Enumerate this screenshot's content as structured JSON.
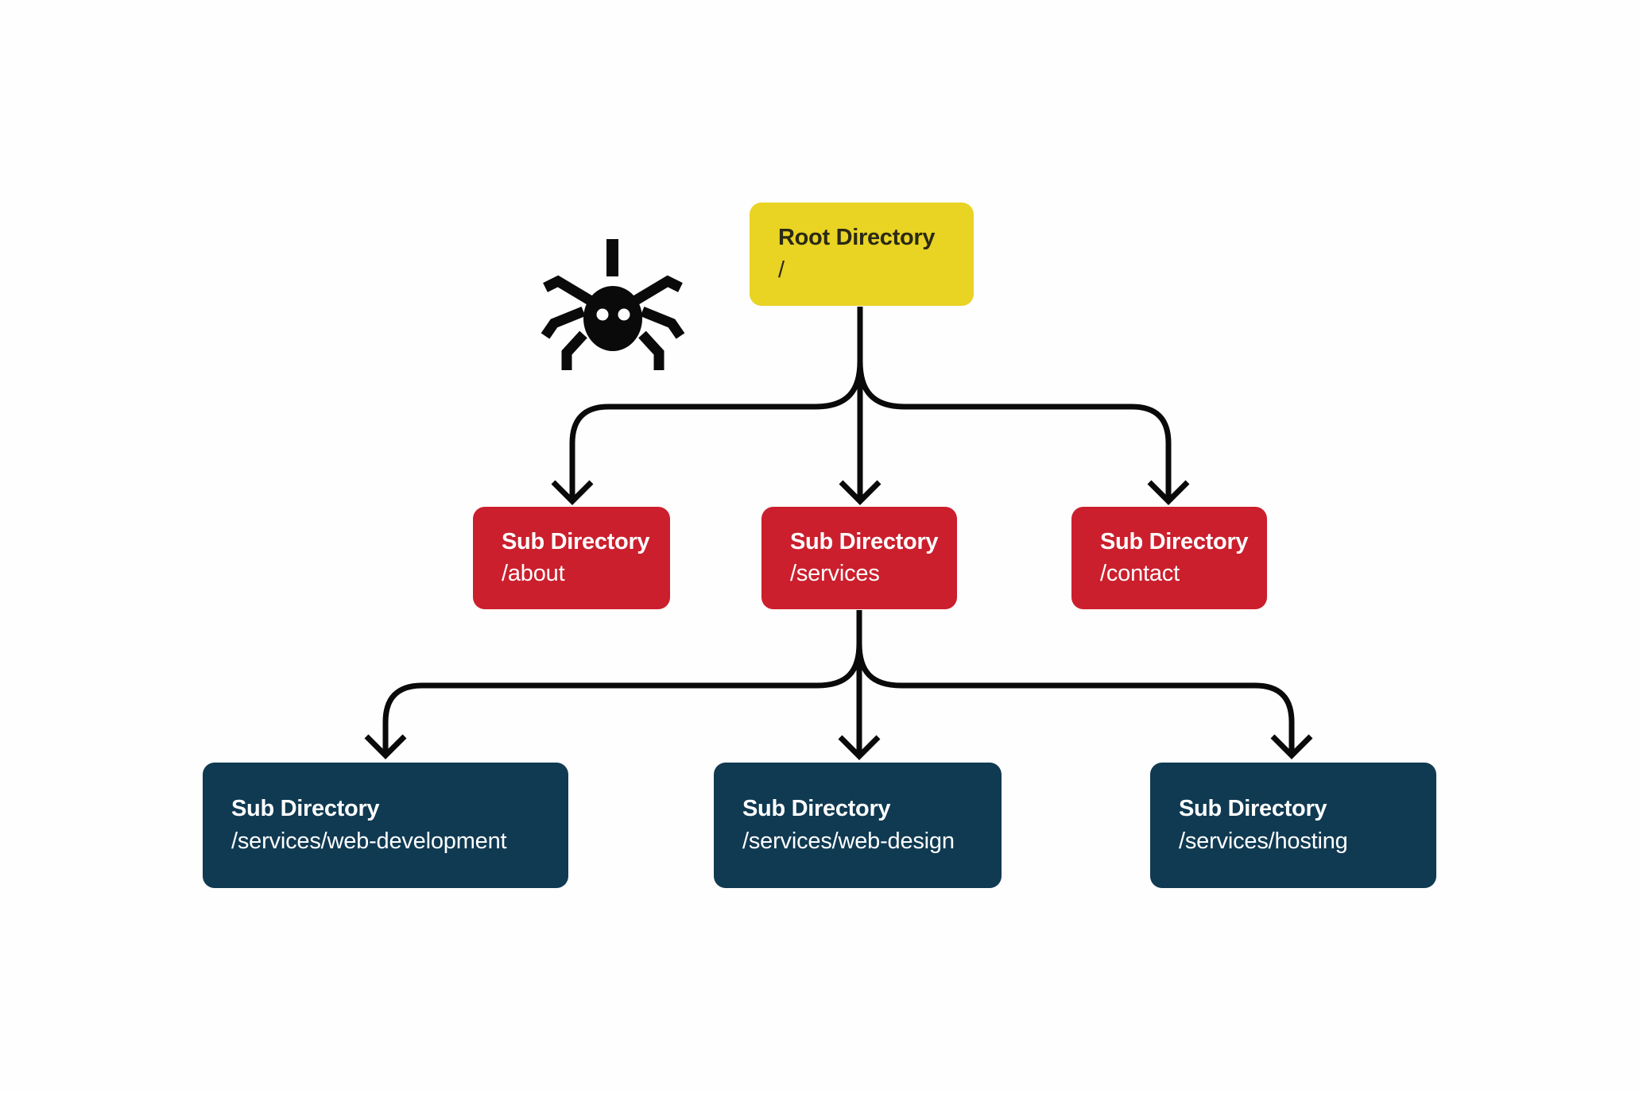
{
  "diagram": {
    "type": "sitemap-tree",
    "background_color": "#FEFEFE",
    "line_color": "#0A0A0A",
    "crawler_icon": "spider-icon",
    "nodes": {
      "root": {
        "title": "Root Directory",
        "path": "/",
        "color": "#E9D323",
        "text_color": "#2A2916"
      },
      "level1": [
        {
          "title": "Sub Directory",
          "path": "/about",
          "color": "#CB1F2D",
          "text_color": "#FFFFFF"
        },
        {
          "title": "Sub Directory",
          "path": "/services",
          "color": "#CB1F2D",
          "text_color": "#FFFFFF"
        },
        {
          "title": "Sub Directory",
          "path": "/contact",
          "color": "#CB1F2D",
          "text_color": "#FFFFFF"
        }
      ],
      "level2": [
        {
          "title": "Sub Directory",
          "path": "/services/web-development",
          "color": "#103A52",
          "text_color": "#FFFFFF"
        },
        {
          "title": "Sub Directory",
          "path": "/services/web-design",
          "color": "#103A52",
          "text_color": "#FFFFFF"
        },
        {
          "title": "Sub Directory",
          "path": "/services/hosting",
          "color": "#103A52",
          "text_color": "#FFFFFF"
        }
      ]
    },
    "edges": [
      {
        "from": "/",
        "to": "/about"
      },
      {
        "from": "/",
        "to": "/services"
      },
      {
        "from": "/",
        "to": "/contact"
      },
      {
        "from": "/services",
        "to": "/services/web-development"
      },
      {
        "from": "/services",
        "to": "/services/web-design"
      },
      {
        "from": "/services",
        "to": "/services/hosting"
      }
    ]
  }
}
